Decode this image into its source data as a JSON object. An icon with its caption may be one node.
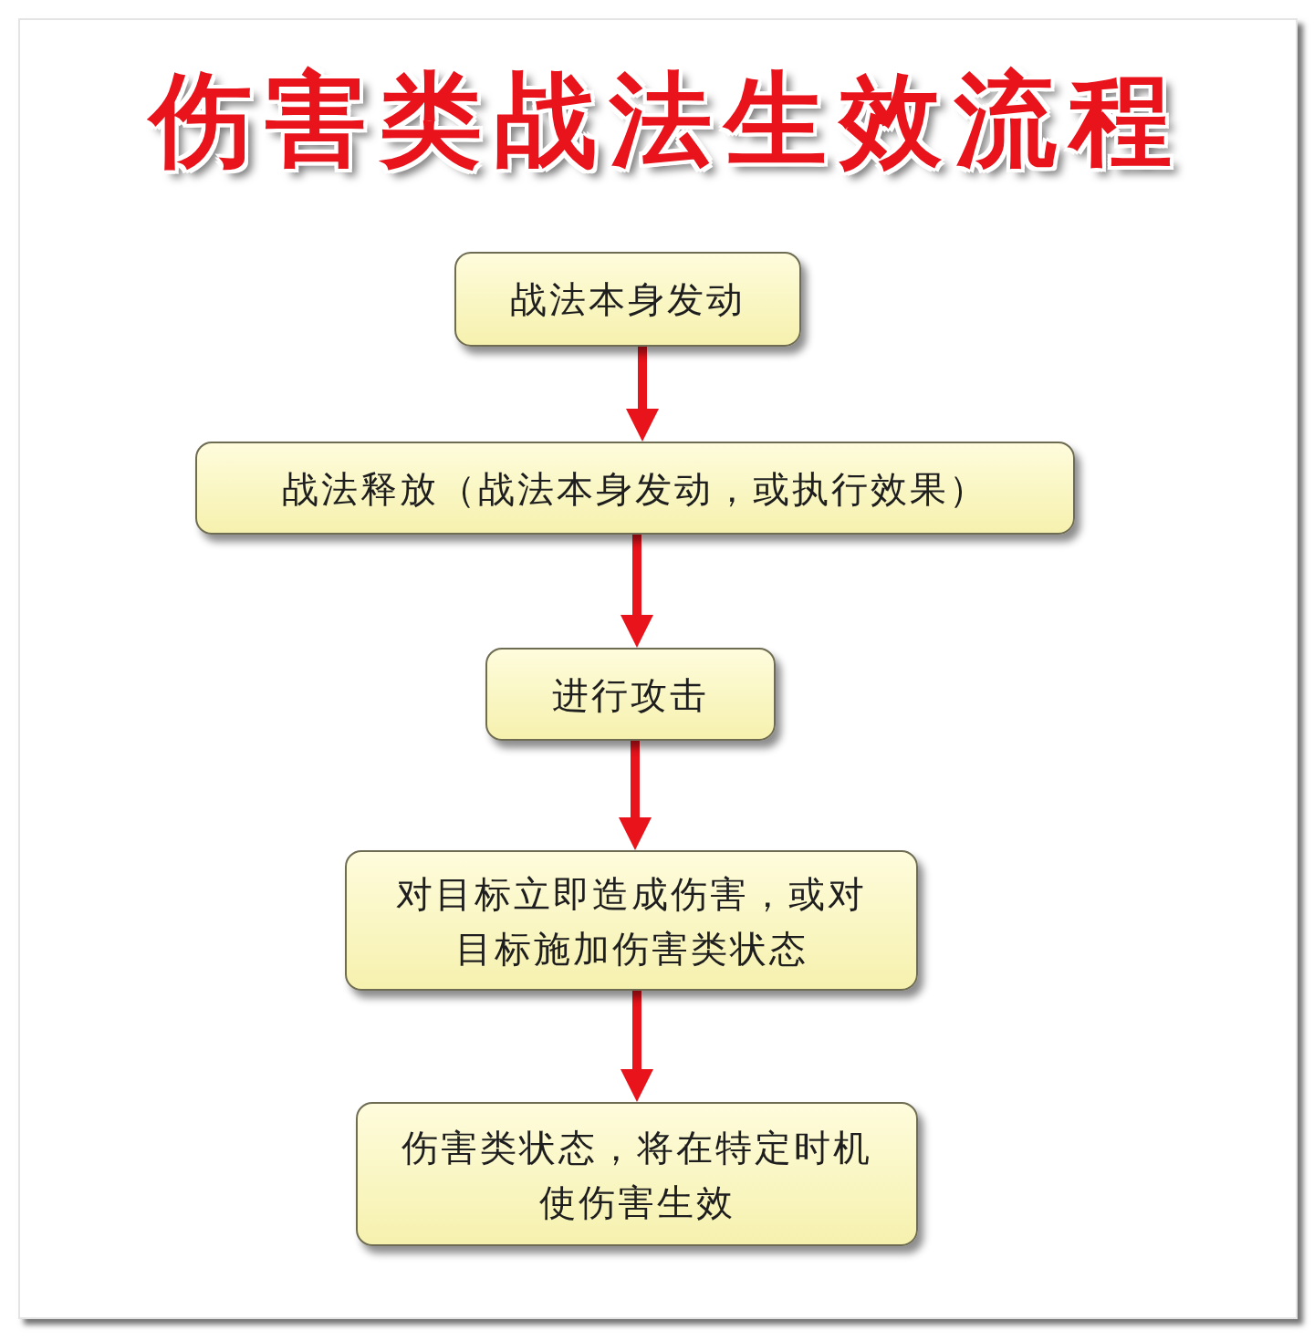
{
  "diagram": {
    "title": "伤害类战法生效流程",
    "nodes": [
      {
        "text": [
          "战法本身发动"
        ]
      },
      {
        "text": [
          "战法释放（战法本身发动，或执行效果）"
        ]
      },
      {
        "text": [
          "进行攻击"
        ]
      },
      {
        "text": [
          "对目标立即造成伤害，或对目标施加伤害类状态"
        ]
      },
      {
        "text": [
          "伤害类状态，将在特定时机使伤害生效"
        ]
      }
    ],
    "edges": [
      {
        "from": 0,
        "to": 1,
        "arrow": "to"
      },
      {
        "from": 1,
        "to": 2,
        "arrow": "to"
      },
      {
        "from": 2,
        "to": 3,
        "arrow": "to"
      },
      {
        "from": 3,
        "to": 4,
        "arrow": "to"
      }
    ]
  }
}
